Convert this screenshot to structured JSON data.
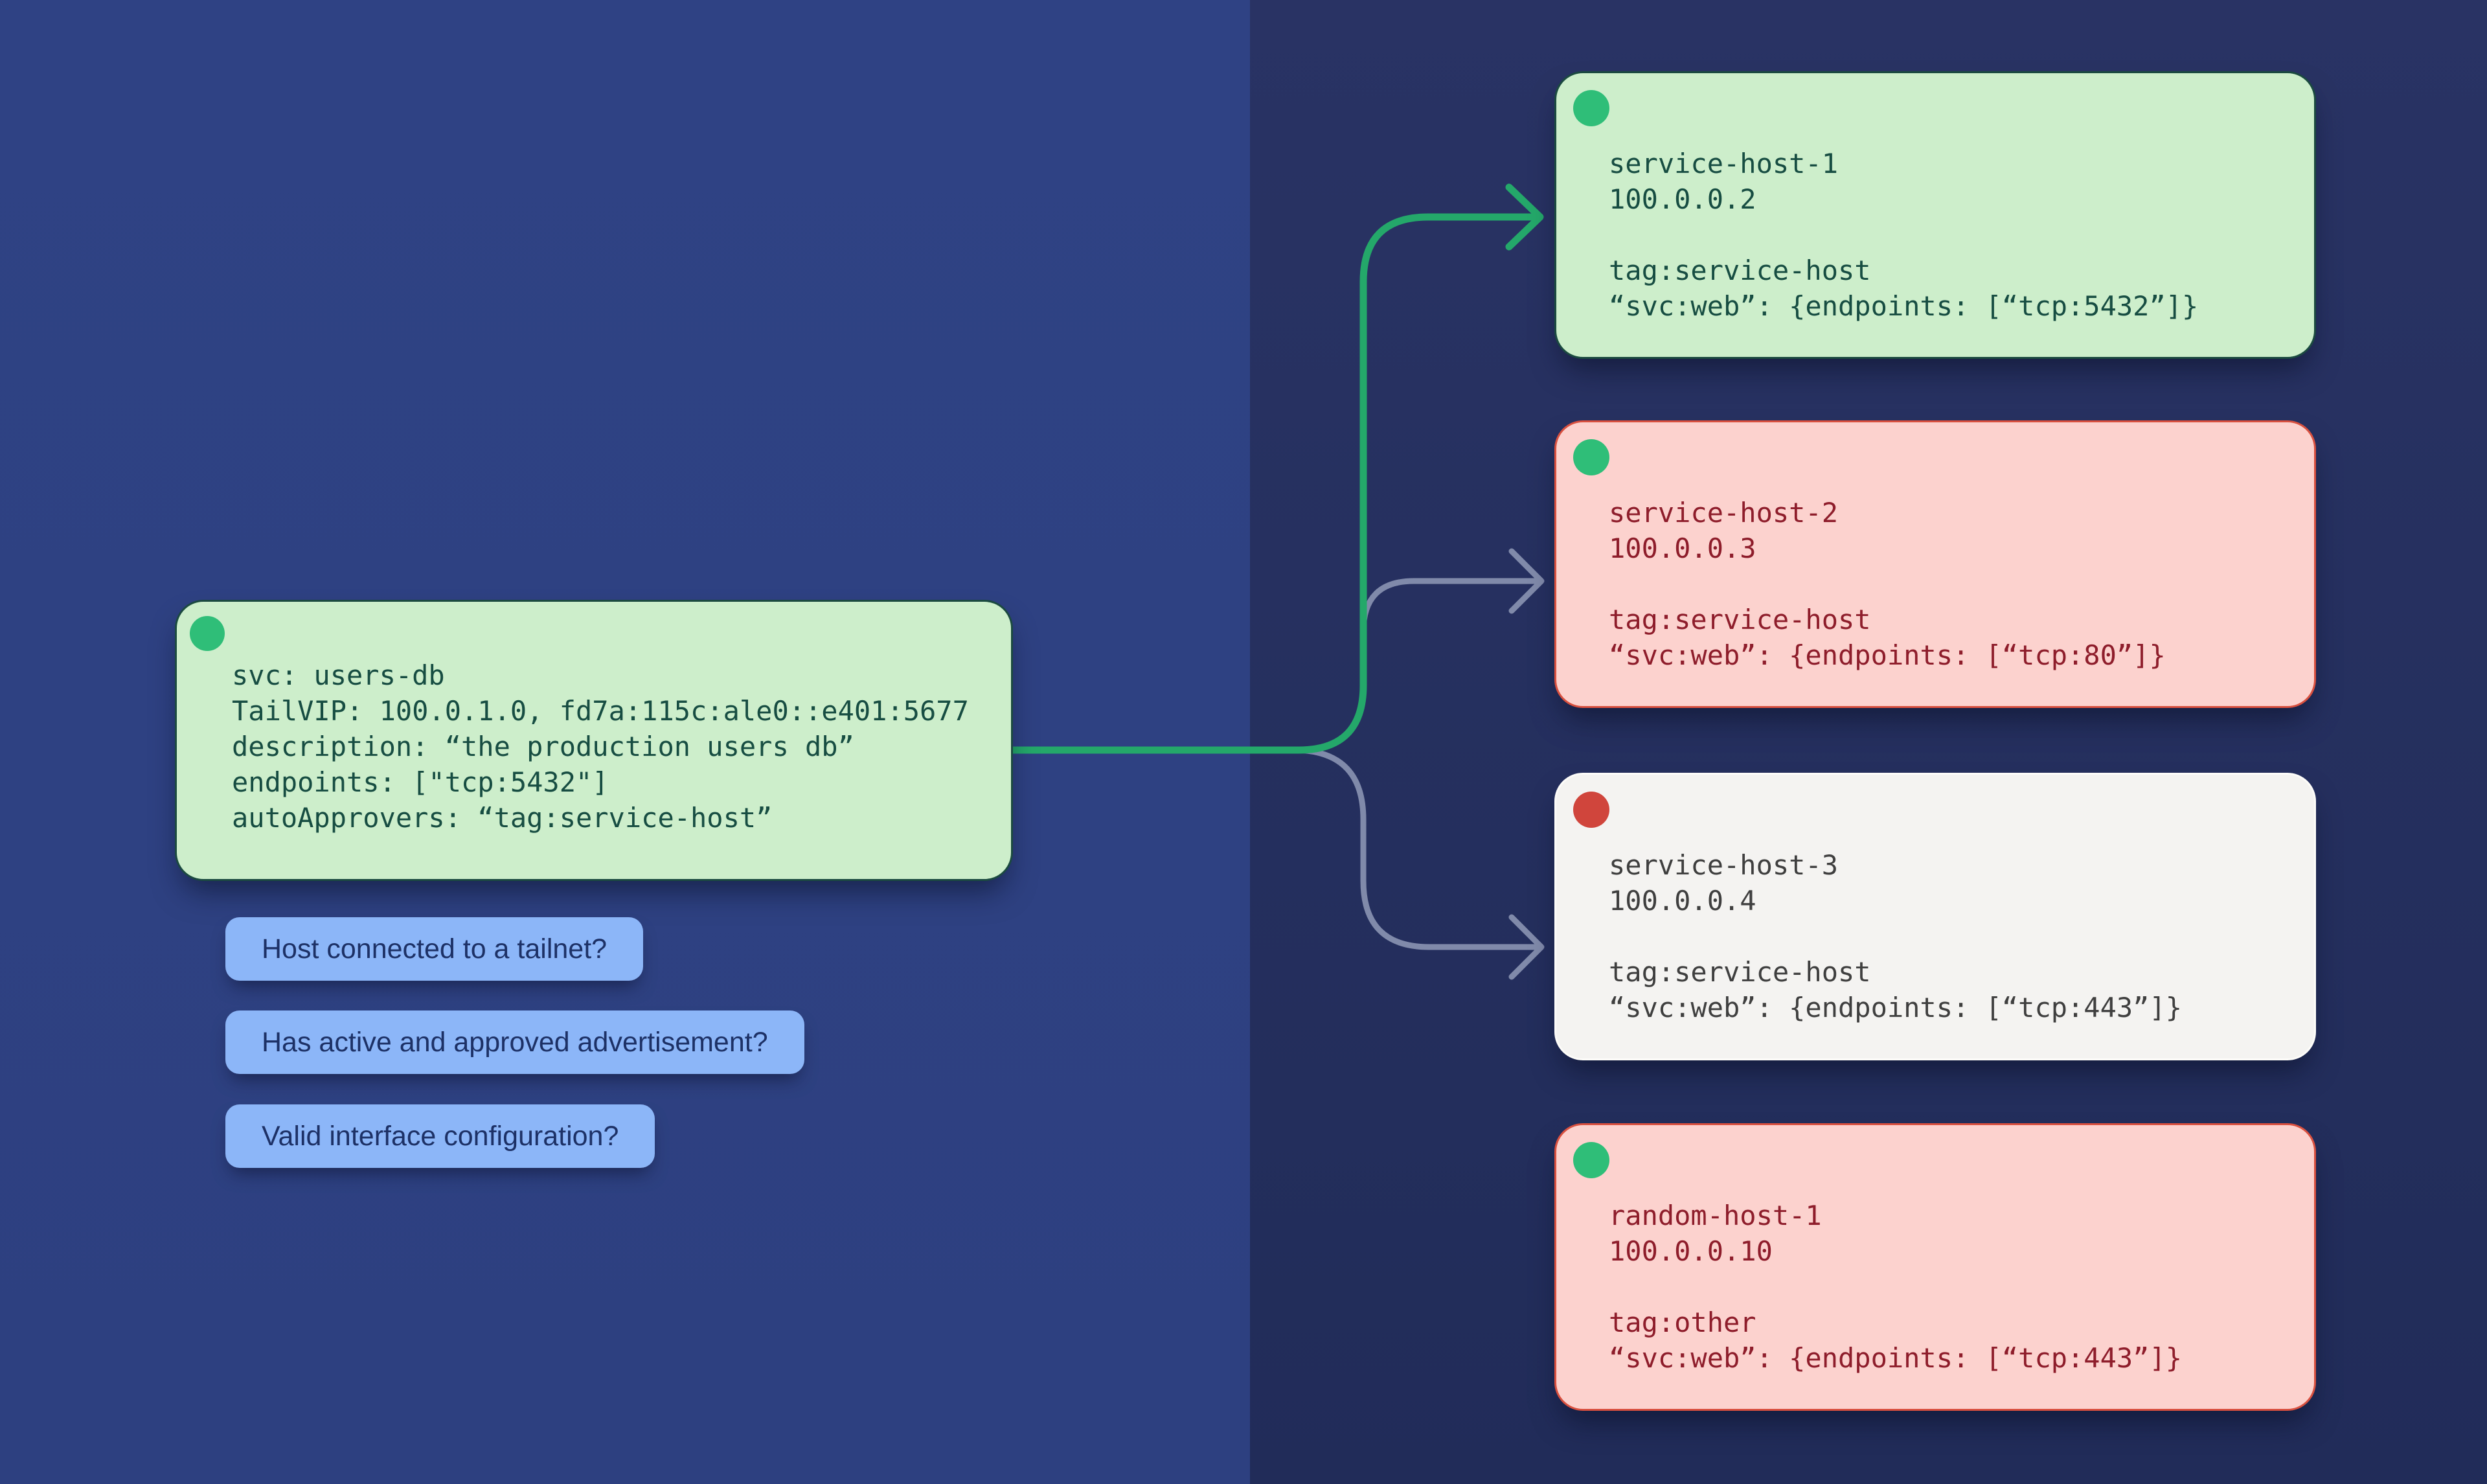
{
  "colors": {
    "background_left": "#2e4181",
    "background_right": "#273161",
    "card_green_bg": "#cdeecb",
    "card_green_border": "#1b4a40",
    "card_green_text": "#174d42",
    "card_pink_bg": "#fcd2ce",
    "card_pink_border": "#d9503f",
    "card_pink_text": "#8e1d2b",
    "card_white_bg": "#f4f3f1",
    "card_white_text": "#3f3f3f",
    "dot_green": "#2fbe78",
    "dot_red": "#d0453c",
    "arrow_green": "#24a86a",
    "arrow_gray": "#808aaa",
    "chip_bg": "#8cb6f8",
    "chip_text": "#1d3166"
  },
  "service": {
    "lines": [
      "svc: users-db",
      "TailVIP: 100.0.1.0, fd7a:115c:ale0::e401:5677",
      "description: “the production users db”",
      "endpoints: [\"tcp:5432\"]",
      "autoApprovers: “tag:service-host”"
    ]
  },
  "questions": [
    "Host connected to a tailnet?",
    "Has active and approved advertisement?",
    "Valid interface configuration?"
  ],
  "hosts": [
    {
      "name": "service-host-1",
      "ip": "100.0.0.2",
      "tag": "tag:service-host",
      "svc": "“svc:web”: {endpoints: [“tcp:5432”]}",
      "dot": "green"
    },
    {
      "name": "service-host-2",
      "ip": "100.0.0.3",
      "tag": "tag:service-host",
      "svc": "“svc:web”: {endpoints: [“tcp:80”]}",
      "dot": "green"
    },
    {
      "name": "service-host-3",
      "ip": "100.0.0.4",
      "tag": "tag:service-host",
      "svc": "“svc:web”: {endpoints: [“tcp:443”]}",
      "dot": "red"
    },
    {
      "name": "random-host-1",
      "ip": "100.0.0.10",
      "tag": "tag:other",
      "svc": "“svc:web”: {endpoints: [“tcp:443”]}",
      "dot": "green"
    }
  ]
}
